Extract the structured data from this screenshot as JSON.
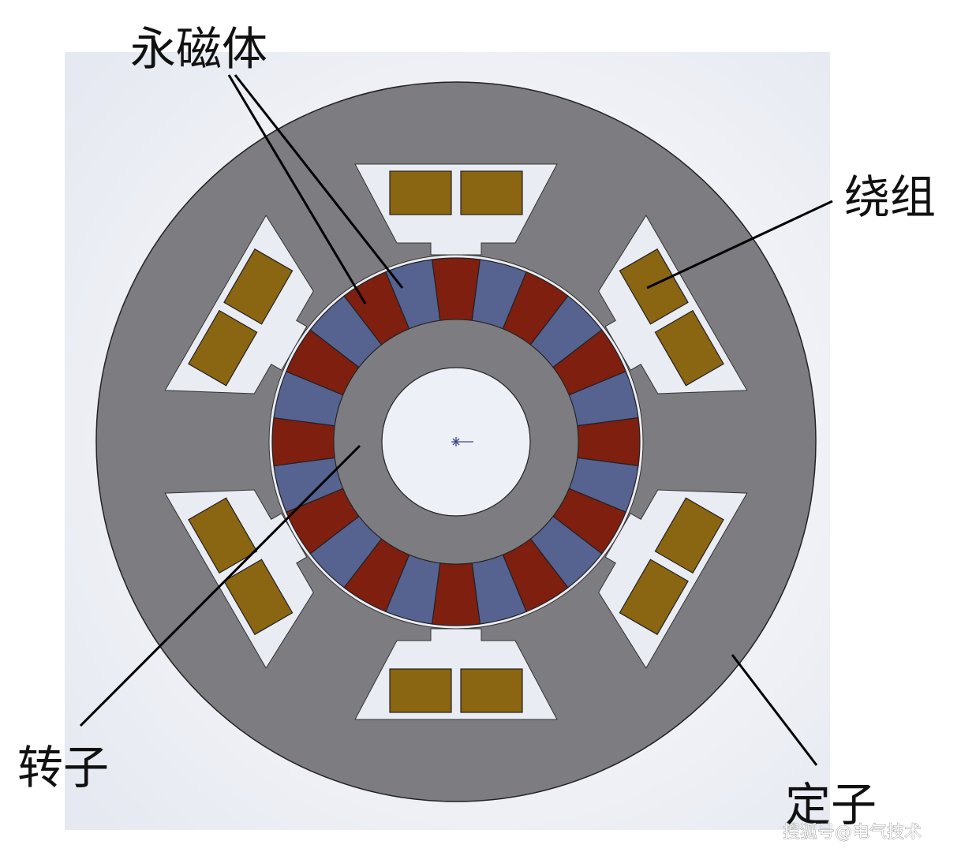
{
  "labels": {
    "magnet": "永磁体",
    "winding": "绕组",
    "rotor": "转子",
    "stator": "定子"
  },
  "watermark": "搜狐号@电气技术",
  "colors": {
    "stator": "#7d7c80",
    "rotor_core": "#7d7c80",
    "magnet_red": "#7e1f0f",
    "magnet_blue": "#56628f",
    "coil": "#8a6512",
    "slot_air": "#eaecf3",
    "shaft_hole": "#eef0f7",
    "background_panel": "#eceef4",
    "leader": "#000000"
  },
  "structure": {
    "stator_slots": 6,
    "coils_per_slot": 2,
    "magnet_segments": 24
  }
}
